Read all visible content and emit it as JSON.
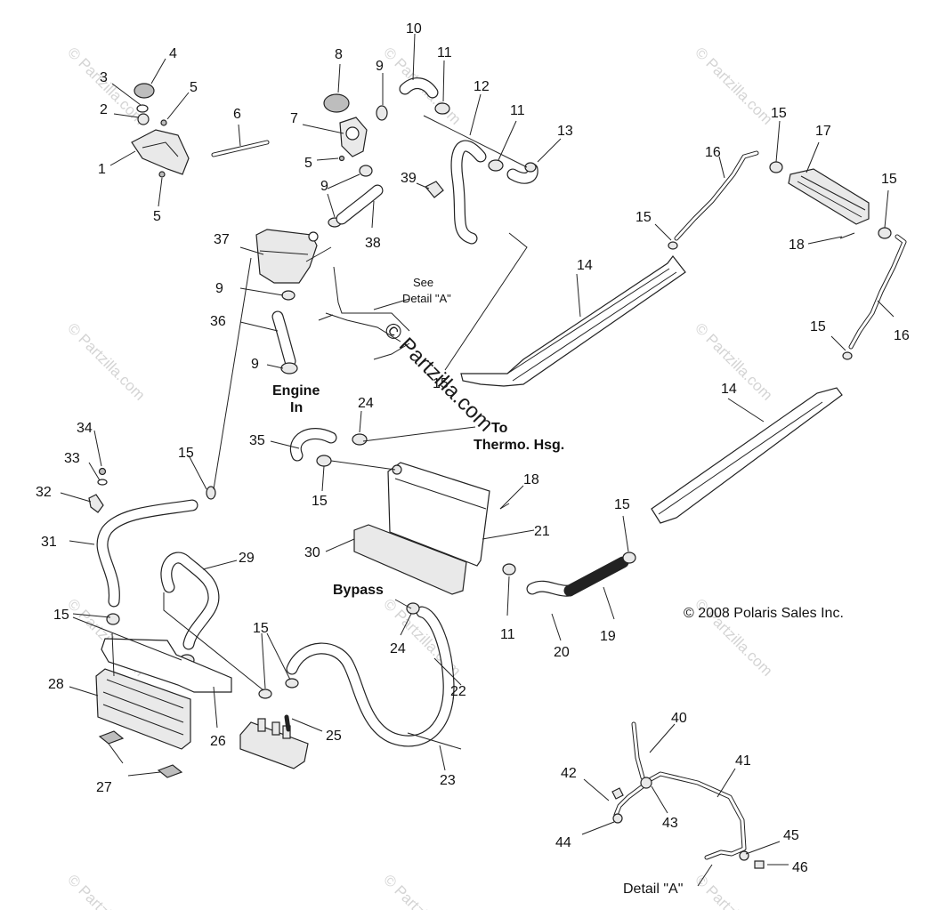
{
  "watermark_text": "© Partzilla.com",
  "center_watermark": "© Partzilla.com",
  "copyright": "© 2008 Polaris Sales Inc.",
  "labels": {
    "see_detail_a_line1": "See",
    "see_detail_a_line2": "Detail \"A\"",
    "engine_in_line1": "Engine",
    "engine_in_line2": "In",
    "to_thermo_line1": "To",
    "to_thermo_line2": "Thermo. Hsg.",
    "bypass": "Bypass",
    "detail_a": "Detail \"A\""
  },
  "callouts": [
    {
      "id": "c4",
      "text": "4"
    },
    {
      "id": "c3",
      "text": "3"
    },
    {
      "id": "c5a",
      "text": "5"
    },
    {
      "id": "c2",
      "text": "2"
    },
    {
      "id": "c1",
      "text": "1"
    },
    {
      "id": "c5b",
      "text": "5"
    },
    {
      "id": "c6",
      "text": "6"
    },
    {
      "id": "c8",
      "text": "8"
    },
    {
      "id": "c7",
      "text": "7"
    },
    {
      "id": "c5c",
      "text": "5"
    },
    {
      "id": "c9a",
      "text": "9"
    },
    {
      "id": "c9b",
      "text": "9"
    },
    {
      "id": "c10",
      "text": "10"
    },
    {
      "id": "c11a",
      "text": "11"
    },
    {
      "id": "c12",
      "text": "12"
    },
    {
      "id": "c11b",
      "text": "11"
    },
    {
      "id": "c13",
      "text": "13"
    },
    {
      "id": "c39",
      "text": "39"
    },
    {
      "id": "c38",
      "text": "38"
    },
    {
      "id": "c37",
      "text": "37"
    },
    {
      "id": "c9c",
      "text": "9"
    },
    {
      "id": "c36",
      "text": "36"
    },
    {
      "id": "c9d",
      "text": "9"
    },
    {
      "id": "c16a",
      "text": "16"
    },
    {
      "id": "c15a",
      "text": "15"
    },
    {
      "id": "c17",
      "text": "17"
    },
    {
      "id": "c15b",
      "text": "15"
    },
    {
      "id": "c15c",
      "text": "15"
    },
    {
      "id": "c18a",
      "text": "18"
    },
    {
      "id": "c14a",
      "text": "14"
    },
    {
      "id": "c15d",
      "text": "15"
    },
    {
      "id": "c16b",
      "text": "16"
    },
    {
      "id": "c14b",
      "text": "14"
    },
    {
      "id": "c15e",
      "text": "15"
    },
    {
      "id": "c24a",
      "text": "24"
    },
    {
      "id": "c35",
      "text": "35"
    },
    {
      "id": "c15f",
      "text": "15"
    },
    {
      "id": "c34",
      "text": "34"
    },
    {
      "id": "c33",
      "text": "33"
    },
    {
      "id": "c32",
      "text": "32"
    },
    {
      "id": "c15g",
      "text": "15"
    },
    {
      "id": "c18b",
      "text": "18"
    },
    {
      "id": "c21",
      "text": "21"
    },
    {
      "id": "c30",
      "text": "30"
    },
    {
      "id": "c15h",
      "text": "15"
    },
    {
      "id": "c31",
      "text": "31"
    },
    {
      "id": "c29",
      "text": "29"
    },
    {
      "id": "c11c",
      "text": "11"
    },
    {
      "id": "c19",
      "text": "19"
    },
    {
      "id": "c20",
      "text": "20"
    },
    {
      "id": "c24b",
      "text": "24"
    },
    {
      "id": "c15i",
      "text": "15"
    },
    {
      "id": "c15j",
      "text": "15"
    },
    {
      "id": "c22",
      "text": "22"
    },
    {
      "id": "c28",
      "text": "28"
    },
    {
      "id": "c26",
      "text": "26"
    },
    {
      "id": "c25",
      "text": "25"
    },
    {
      "id": "c27",
      "text": "27"
    },
    {
      "id": "c23",
      "text": "23"
    },
    {
      "id": "c40",
      "text": "40"
    },
    {
      "id": "c41",
      "text": "41"
    },
    {
      "id": "c42",
      "text": "42"
    },
    {
      "id": "c43",
      "text": "43"
    },
    {
      "id": "c44",
      "text": "44"
    },
    {
      "id": "c45",
      "text": "45"
    },
    {
      "id": "c46",
      "text": "46"
    }
  ]
}
